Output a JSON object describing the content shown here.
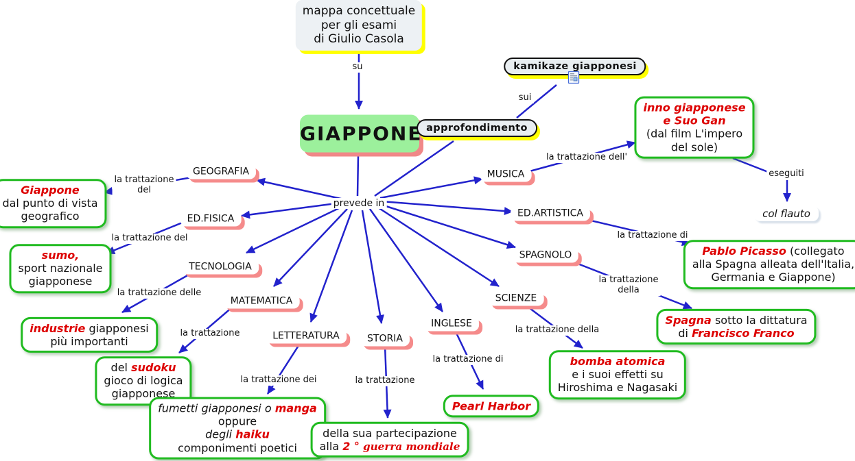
{
  "colors": {
    "line": "#2222cc",
    "leaf_border": "#20bb20",
    "subject_shadow": "#f58b8b",
    "note_shadow": "#ffff00",
    "center_fill": "#9cf09c",
    "center_shadow": "#f08888",
    "accent_red": "#dd0000"
  },
  "header": {
    "note1": "mappa concettuale",
    "note2": "per gli esami",
    "note3": "di Giulio Casola",
    "center": "GIAPPONE",
    "kamikaze": "kamikaze giapponesi",
    "approfondimento": "approfondimento"
  },
  "labels": {
    "su": "su",
    "sui": "sui",
    "hub": "prevede in",
    "eseguiti": "eseguiti",
    "geo1": "la trattazione",
    "geo2": "del",
    "edfisica": "la trattazione del",
    "tecnologia": "la trattazione delle",
    "matematica": "la trattazione",
    "letteratura": "la trattazione dei",
    "storia": "la trattazione",
    "inglese": "la trattazione di",
    "scienze": "la trattazione della",
    "spagnolo1": "la trattazione",
    "spagnolo2": "della",
    "edartistica": "la trattazione di",
    "musica": "la trattazione dell'"
  },
  "subjects": {
    "geografia": "GEOGRAFIA",
    "edfisica": "ED.FISICA",
    "tecnologia": "TECNOLOGIA",
    "matematica": "MATEMATICA",
    "letteratura": "LETTERATURA",
    "storia": "STORIA",
    "inglese": "INGLESE",
    "scienze": "SCIENZE",
    "spagnolo": "SPAGNOLO",
    "edartistica": "ED.ARTISTICA",
    "musica": "MUSICA"
  },
  "leaves": {
    "geo": {
      "t1": "Giappone",
      "t2": "dal punto di vista",
      "t3": "geografico"
    },
    "sumo": {
      "t1": "sumo,",
      "t2": "sport nazionale",
      "t3": "giapponese"
    },
    "industrie": {
      "t1a": "industrie",
      "t1b": "giapponesi",
      "t2": "più importanti"
    },
    "sudoku": {
      "t1a": "del",
      "t1b": "sudoku",
      "t2": "gioco di logica",
      "t3": "giapponese"
    },
    "manga": {
      "t1a": "fumetti giapponesi o",
      "t1b": "manga",
      "t2": "oppure",
      "t3a": "degli",
      "t3b": "haiku",
      "t4": "componimenti poetici"
    },
    "guerra": {
      "t1": "della sua partecipazione",
      "t2a": "alla",
      "t2b": "2 °",
      "t2c": "guerra mondiale"
    },
    "pearl": {
      "t1": "Pearl Harbor"
    },
    "bomba": {
      "t1": "bomba atomica",
      "t2": "e i suoi effetti su",
      "t3": "Hiroshima e Nagasaki"
    },
    "spagna": {
      "t1a": "Spagna",
      "t1b": "sotto la dittatura",
      "t2a": "di",
      "t2b": "Francisco Franco"
    },
    "picasso": {
      "t1a": "Pablo Picasso",
      "t1b": "(collegato",
      "t2": "alla Spagna alleata dell'Italia,",
      "t3": "Germania e Giappone)"
    },
    "inno": {
      "t1": "inno giapponese",
      "t2": "e Suo Gan",
      "t3": "(dal film L'impero",
      "t4": "del sole)"
    },
    "flauto": {
      "t1": "col flauto"
    }
  }
}
